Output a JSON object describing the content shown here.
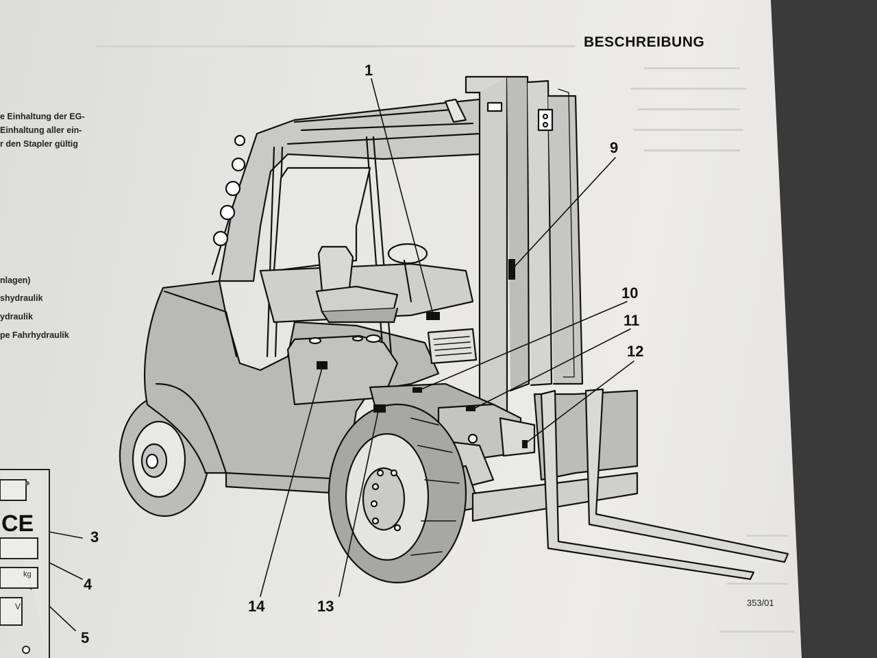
{
  "header": {
    "title": "BESCHREIBUNG"
  },
  "left_column": {
    "lines_top": [
      "e Einhaltung der EG-",
      "Einhaltung aller ein-",
      "r den Stapler gültig"
    ],
    "lines_mid": [
      "nlagen)",
      "shydraulik",
      "ydraulik",
      "pe Fahrhydraulik"
    ]
  },
  "nameplate": {
    "ce_mark": "CE",
    "unit_kg": "kg",
    "unit_v": "V"
  },
  "callouts": {
    "c1": "1",
    "c3": "3",
    "c4": "4",
    "c5": "5",
    "c9": "9",
    "c10": "10",
    "c11": "11",
    "c12": "12",
    "c13": "13",
    "c14": "14"
  },
  "figure": {
    "ref": "353/01"
  }
}
